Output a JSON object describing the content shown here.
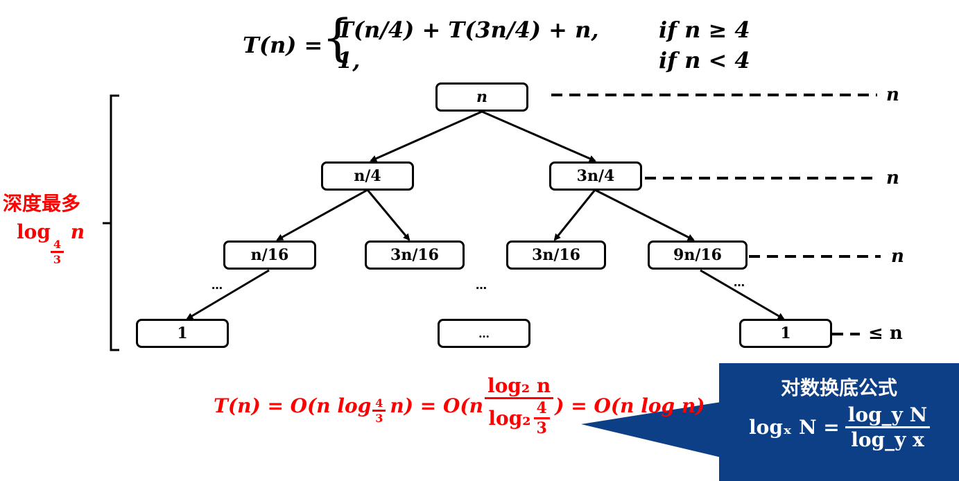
{
  "recurrence": {
    "lhs": "T(n) =",
    "case1_expr": "T(n/4) + T(3n/4) + n,",
    "case1_cond": "if n ≥ 4",
    "case2_expr": "1,",
    "case2_cond": "if n < 4"
  },
  "depth_label": {
    "title": "深度最多",
    "log_text": "log",
    "base_num": "4",
    "base_den": "3",
    "arg": "n"
  },
  "tree": {
    "level0": [
      "n"
    ],
    "level1": [
      "n/4",
      "3n/4"
    ],
    "level2": [
      "n/16",
      "3n/16",
      "3n/16",
      "9n/16"
    ],
    "level3": [
      "1",
      "…",
      "1"
    ],
    "ellipsis": "…"
  },
  "level_costs": [
    "n",
    "n",
    "n",
    "≤ n"
  ],
  "result": {
    "part1": "T(n) = O(n log",
    "base_num": "4",
    "base_den": "3",
    "part2": "n) = O(n",
    "frac_num": "log₂ n",
    "frac_den_log": "log₂",
    "frac_den_num": "4",
    "frac_den_den": "3",
    "part3": ") = O(n log n)"
  },
  "callout": {
    "title": "对数换底公式",
    "lhs": "logₓ N =",
    "num": "log_y N",
    "den": "log_y x",
    "bg_color": "#0c3f86"
  },
  "colors": {
    "highlight": "#ff0000",
    "ink": "#000000"
  }
}
